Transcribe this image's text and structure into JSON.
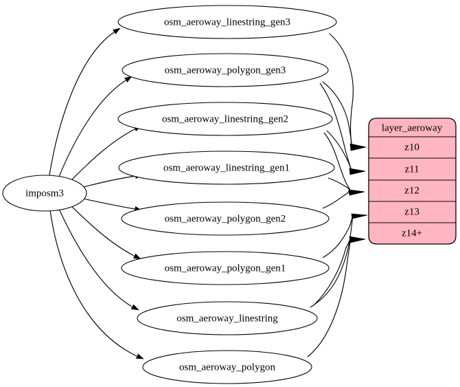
{
  "diagram": {
    "type": "directed-graph",
    "title": "imposm3 aeroway layer dependency graph",
    "background_color": "#ffffff",
    "edge_color": "#000000",
    "source": {
      "id": "imposm3",
      "label": "imposm3",
      "shape": "ellipse",
      "fill": "#ffffff"
    },
    "tables": [
      {
        "id": "osm_aeroway_linestring_gen3",
        "label": "osm_aeroway_linestring_gen3",
        "shape": "ellipse",
        "fill": "#ffffff"
      },
      {
        "id": "osm_aeroway_polygon_gen3",
        "label": "osm_aeroway_polygon_gen3",
        "shape": "ellipse",
        "fill": "#ffffff"
      },
      {
        "id": "osm_aeroway_linestring_gen2",
        "label": "osm_aeroway_linestring_gen2",
        "shape": "ellipse",
        "fill": "#ffffff"
      },
      {
        "id": "osm_aeroway_linestring_gen1",
        "label": "osm_aeroway_linestring_gen1",
        "shape": "ellipse",
        "fill": "#ffffff"
      },
      {
        "id": "osm_aeroway_polygon_gen2",
        "label": "osm_aeroway_polygon_gen2",
        "shape": "ellipse",
        "fill": "#ffffff"
      },
      {
        "id": "osm_aeroway_polygon_gen1",
        "label": "osm_aeroway_polygon_gen1",
        "shape": "ellipse",
        "fill": "#ffffff"
      },
      {
        "id": "osm_aeroway_linestring",
        "label": "osm_aeroway_linestring",
        "shape": "ellipse",
        "fill": "#ffffff"
      },
      {
        "id": "osm_aeroway_polygon",
        "label": "osm_aeroway_polygon",
        "shape": "ellipse",
        "fill": "#ffffff"
      }
    ],
    "layer": {
      "id": "layer_aeroway",
      "header": "layer_aeroway",
      "shape": "record",
      "fill": "#ffb6c1",
      "rows": [
        {
          "id": "z10",
          "label": "z10"
        },
        {
          "id": "z11",
          "label": "z11"
        },
        {
          "id": "z12",
          "label": "z12"
        },
        {
          "id": "z13",
          "label": "z13"
        },
        {
          "id": "z14plus",
          "label": "z14+"
        }
      ]
    },
    "edges_from_source": [
      "osm_aeroway_linestring_gen3",
      "osm_aeroway_polygon_gen3",
      "osm_aeroway_linestring_gen2",
      "osm_aeroway_linestring_gen1",
      "osm_aeroway_polygon_gen2",
      "osm_aeroway_polygon_gen1",
      "osm_aeroway_linestring",
      "osm_aeroway_polygon"
    ],
    "edges_to_layer": [
      {
        "from": "osm_aeroway_linestring_gen3",
        "to": "z10"
      },
      {
        "from": "osm_aeroway_polygon_gen3",
        "to": "z10"
      },
      {
        "from": "osm_aeroway_linestring_gen2",
        "to": "z11"
      },
      {
        "from": "osm_aeroway_polygon_gen3",
        "to": "z11"
      },
      {
        "from": "osm_aeroway_linestring_gen1",
        "to": "z12"
      },
      {
        "from": "osm_aeroway_polygon_gen2",
        "to": "z12"
      },
      {
        "from": "osm_aeroway_linestring_gen2",
        "to": "z12"
      },
      {
        "from": "osm_aeroway_polygon_gen1",
        "to": "z13"
      },
      {
        "from": "osm_aeroway_linestring",
        "to": "z13"
      },
      {
        "from": "osm_aeroway_linestring",
        "to": "z14plus"
      },
      {
        "from": "osm_aeroway_polygon",
        "to": "z14plus"
      }
    ]
  }
}
